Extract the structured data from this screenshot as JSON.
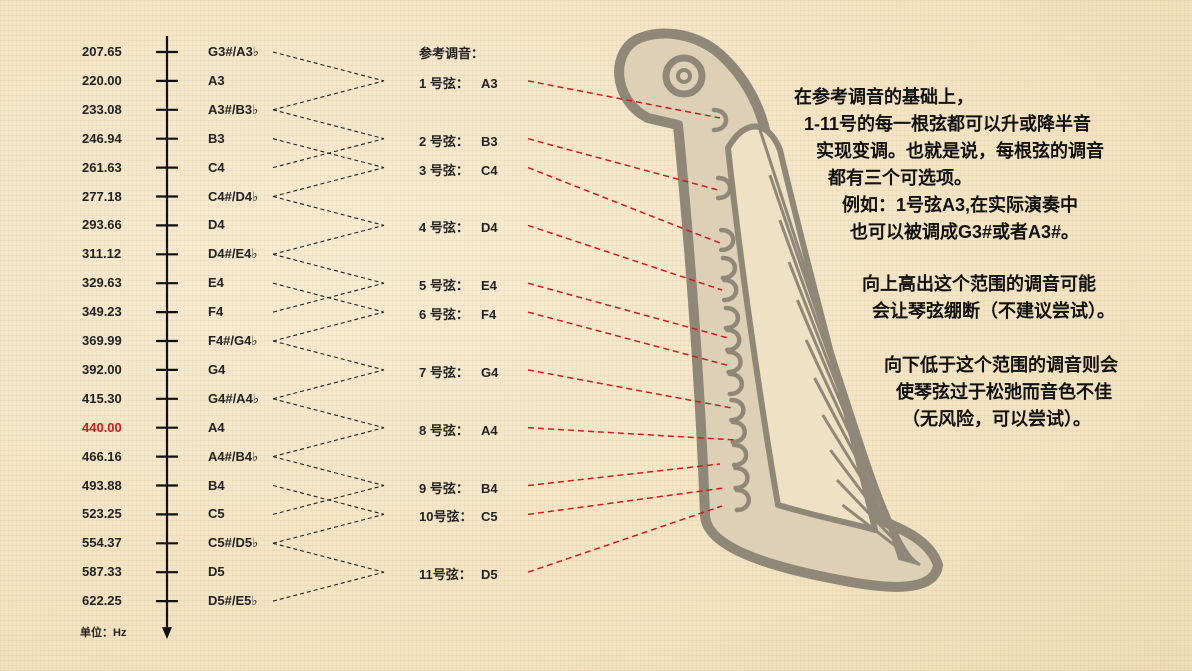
{
  "frequencies": [
    "207.65",
    "220.00",
    "233.08",
    "246.94",
    "261.63",
    "277.18",
    "293.66",
    "311.12",
    "329.63",
    "349.23",
    "369.99",
    "392.00",
    "415.30",
    "440.00",
    "466.16",
    "493.88",
    "523.25",
    "554.37",
    "587.33",
    "622.25"
  ],
  "highlight_frequency": "440.00",
  "notes": [
    "G3#/A3♭",
    "A3",
    "A3#/B3♭",
    "B3",
    "C4",
    "C4#/D4♭",
    "D4",
    "D4#/E4♭",
    "E4",
    "F4",
    "F4#/G4♭",
    "G4",
    "G4#/A4♭",
    "A4",
    "A4#/B4♭",
    "B4",
    "C5",
    "C5#/D5♭",
    "D5",
    "D5#/E5♭"
  ],
  "unit_label": "单位：Hz",
  "reference_title": "参考调音：",
  "reference_strings": [
    {
      "label": "1 号弦：",
      "note": "A3",
      "row": 1
    },
    {
      "label": "2 号弦：",
      "note": "B3",
      "row": 3
    },
    {
      "label": "3 号弦：",
      "note": "C4",
      "row": 4
    },
    {
      "label": "4 号弦：",
      "note": "D4",
      "row": 6
    },
    {
      "label": "5 号弦：",
      "note": "E4",
      "row": 8
    },
    {
      "label": "6 号弦：",
      "note": "F4",
      "row": 9
    },
    {
      "label": "7 号弦：",
      "note": "G4",
      "row": 11
    },
    {
      "label": "8 号弦：",
      "note": "A4",
      "row": 13
    },
    {
      "label": "9 号弦：",
      "note": "B4",
      "row": 15
    },
    {
      "label": "10号弦：",
      "note": "C5",
      "row": 16
    },
    {
      "label": "11号弦：",
      "note": "D5",
      "row": 18
    }
  ],
  "explanation": {
    "p1": [
      "在参考调音的基础上，",
      "1-11号的每一根弦都可以升或降半音",
      "实现变调。也就是说，每根弦的调音",
      "都有三个可选项。",
      "例如：1号弦A3,在实际演奏中",
      "也可以被调成G3#或者A3#。"
    ],
    "p2": [
      "向上高出这个范围的调音可能",
      "会让琴弦绷断（不建议尝试）。"
    ],
    "p3": [
      "向下低于这个范围的调音则会",
      "使琴弦过于松弛而音色不佳",
      "（无风险，可以尝试）。"
    ]
  },
  "colors": {
    "highlight": "#d21a1a",
    "dash_red": "#d21a1a",
    "harp_fill": "#ddd0b6",
    "harp_stroke": "#8f8778"
  }
}
